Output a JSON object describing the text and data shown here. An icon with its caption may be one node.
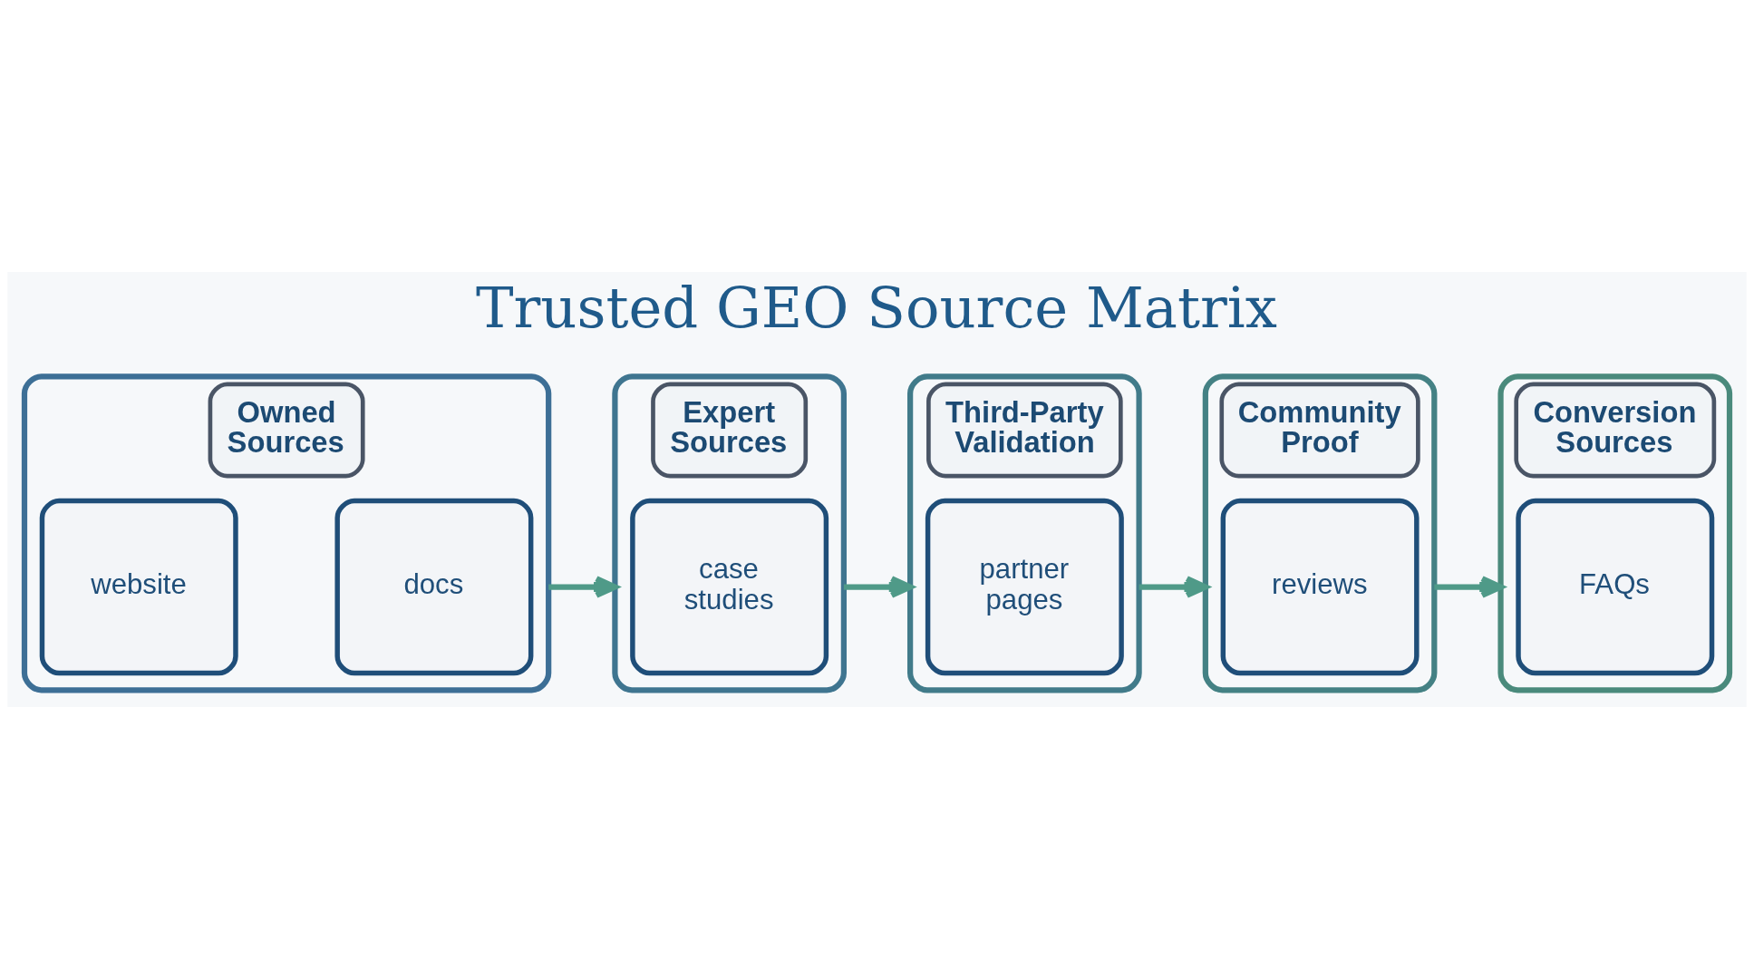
{
  "diagram": {
    "title": "Trusted GEO Source Matrix",
    "nodes": [
      {
        "text": [
          "Owned Sources"
        ]
      },
      {
        "text": [
          "website"
        ],
        "in": 0
      },
      {
        "text": [
          "docs"
        ],
        "in": 0
      },
      {
        "text": [
          "Expert Sources"
        ]
      },
      {
        "text": [
          "case studies"
        ],
        "in": 3
      },
      {
        "text": [
          "Third-Party Validation"
        ]
      },
      {
        "text": [
          "partner pages"
        ],
        "in": 5
      },
      {
        "text": [
          "Community Proof"
        ]
      },
      {
        "text": [
          "reviews"
        ],
        "in": 7
      },
      {
        "text": [
          "Conversion Sources"
        ]
      },
      {
        "text": [
          "FAQs"
        ],
        "in": 9
      }
    ],
    "edges": [
      {
        "from": 0,
        "to": 3,
        "arrow": "to"
      },
      {
        "from": 3,
        "to": 5,
        "arrow": "to"
      },
      {
        "from": 5,
        "to": 7,
        "arrow": "to"
      },
      {
        "from": 7,
        "to": 9,
        "arrow": "to"
      }
    ]
  }
}
